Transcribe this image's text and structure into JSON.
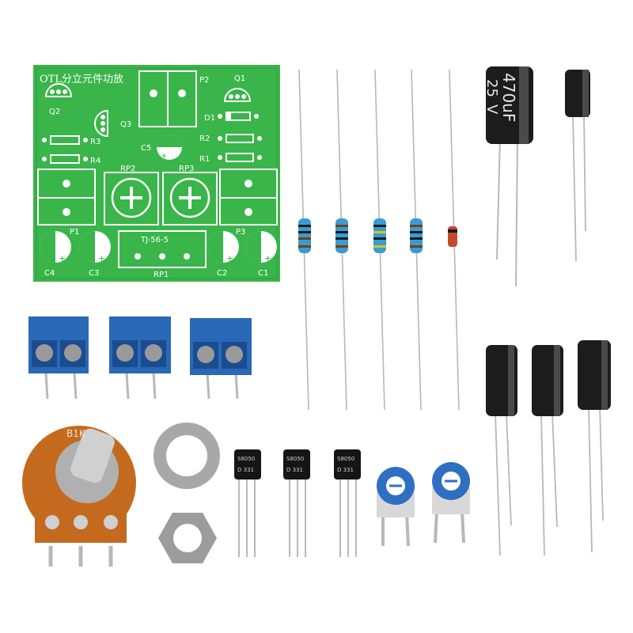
{
  "pcb": {
    "title": "OTL分立元件功放",
    "labels": {
      "p2": "P2",
      "q1": "Q1",
      "q2": "Q2",
      "q3": "Q3",
      "d1": "D1",
      "r3": "R3",
      "r2": "R2",
      "r4": "R4",
      "r1": "R1",
      "c5": "C5",
      "rp2": "RP2",
      "rp3": "RP3",
      "p1": "P1",
      "p3": "P3",
      "tj": "TJ-56-5",
      "c4": "C4",
      "c3": "C3",
      "rp1": "RP1",
      "c2": "C2",
      "c1": "C1"
    },
    "colors": {
      "board": "#36b34a",
      "silk": "#ffffff"
    }
  },
  "large_capacitor": {
    "value": "470uF",
    "voltage": "25",
    "unit": "V"
  },
  "potentiometer": {
    "value": "B1K"
  },
  "transistors": {
    "marking_top": "S8050",
    "marking_bottom": "D 331"
  },
  "colors": {
    "terminal_blue": "#2a68b8",
    "capacitor_black": "#1c1c1c",
    "resistor_blue": "#3a9bd3",
    "pot_orange": "#c46a1f"
  },
  "icons": [
    "pcb-board",
    "resistor",
    "diode",
    "electrolytic-capacitor",
    "screw-terminal",
    "potentiometer",
    "washer",
    "hex-nut",
    "transistor",
    "trimmer-potentiometer"
  ]
}
